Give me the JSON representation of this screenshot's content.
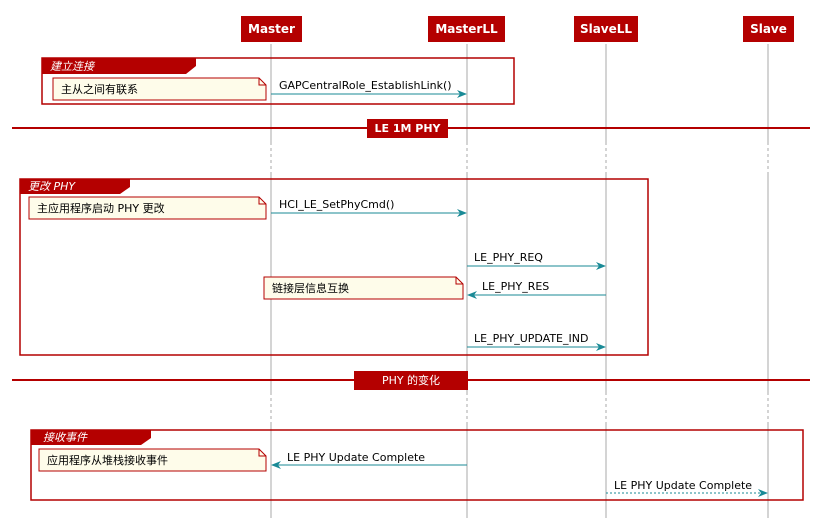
{
  "colors": {
    "accent": "#b40000",
    "arrow": "#1a8a96",
    "note_fill": "#fefcea",
    "lifeline": "#aaaaaa"
  },
  "participants": [
    {
      "id": "master",
      "label": "Master"
    },
    {
      "id": "masterll",
      "label": "MasterLL"
    },
    {
      "id": "slavell",
      "label": "SlaveLL"
    },
    {
      "id": "slave",
      "label": "Slave"
    }
  ],
  "groups": [
    {
      "id": "group-establish",
      "label": "建立连接"
    },
    {
      "id": "group-change-phy",
      "label": "更改 PHY"
    },
    {
      "id": "group-receive-event",
      "label": "接收事件"
    }
  ],
  "dividers": [
    {
      "id": "divider-le1m",
      "label": "LE 1M PHY"
    },
    {
      "id": "divider-phy-change",
      "label": "PHY 的变化"
    }
  ],
  "notes": [
    {
      "id": "note-establish",
      "text": "主从之间有联系"
    },
    {
      "id": "note-start-phy",
      "text": "主应用程序启动 PHY 更改"
    },
    {
      "id": "note-ll-exchange",
      "text": "链接层信息互换"
    },
    {
      "id": "note-app-receive",
      "text": "应用程序从堆栈接收事件"
    }
  ],
  "messages": [
    {
      "id": "msg-establish-link",
      "label": "GAPCentralRole_EstablishLink()",
      "from": "master",
      "to": "masterll",
      "style": "solid"
    },
    {
      "id": "msg-set-phy",
      "label": "HCI_LE_SetPhyCmd()",
      "from": "master",
      "to": "masterll",
      "style": "solid"
    },
    {
      "id": "msg-phy-req",
      "label": "LE_PHY_REQ",
      "from": "masterll",
      "to": "slavell",
      "style": "solid"
    },
    {
      "id": "msg-phy-res",
      "label": "LE_PHY_RES",
      "from": "slavell",
      "to": "masterll",
      "style": "solid"
    },
    {
      "id": "msg-phy-update-ind",
      "label": "LE_PHY_UPDATE_IND",
      "from": "masterll",
      "to": "slavell",
      "style": "solid"
    },
    {
      "id": "msg-update-complete-master",
      "label": "LE PHY Update Complete",
      "from": "masterll",
      "to": "master",
      "style": "solid"
    },
    {
      "id": "msg-update-complete-slave",
      "label": "LE PHY Update Complete",
      "from": "slavell",
      "to": "slave",
      "style": "dotted"
    }
  ]
}
